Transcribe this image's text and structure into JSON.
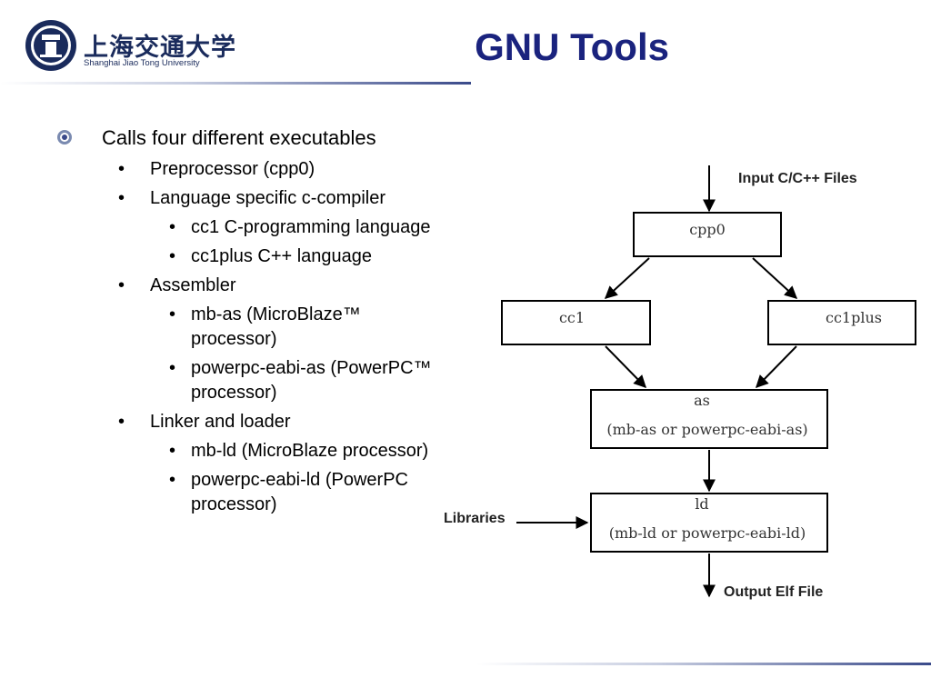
{
  "header": {
    "university_cn": "上海交通大学",
    "university_en": "Shanghai Jiao Tong University",
    "title": "GNU Tools"
  },
  "content": {
    "main_point": "Calls four different executables",
    "items": [
      {
        "label": "Preprocessor (cpp0)",
        "sub": []
      },
      {
        "label": "Language specific c-compiler",
        "sub": [
          "cc1 C-programming language",
          "cc1plus C++ language"
        ]
      },
      {
        "label": "Assembler",
        "sub": [
          "mb-as (MicroBlaze™ processor)",
          "powerpc-eabi-as (PowerPC™ processor)"
        ]
      },
      {
        "label": "Linker and loader",
        "sub": [
          "mb-ld (MicroBlaze processor)",
          "powerpc-eabi-ld (PowerPC processor)"
        ]
      }
    ]
  },
  "diagram": {
    "input_label": "Input C/C++ Files",
    "cpp0": "cpp0",
    "cc1": "cc1",
    "cc1plus": "cc1plus",
    "as_title": "as",
    "as_detail": "(mb-as or powerpc-eabi-as)",
    "ld_title": "ld",
    "ld_detail": "(mb-ld or powerpc-eabi-ld)",
    "libraries_label": "Libraries",
    "output_label": "Output Elf File"
  },
  "colors": {
    "title": "#1a237e",
    "accent": "#3a4a8a"
  }
}
